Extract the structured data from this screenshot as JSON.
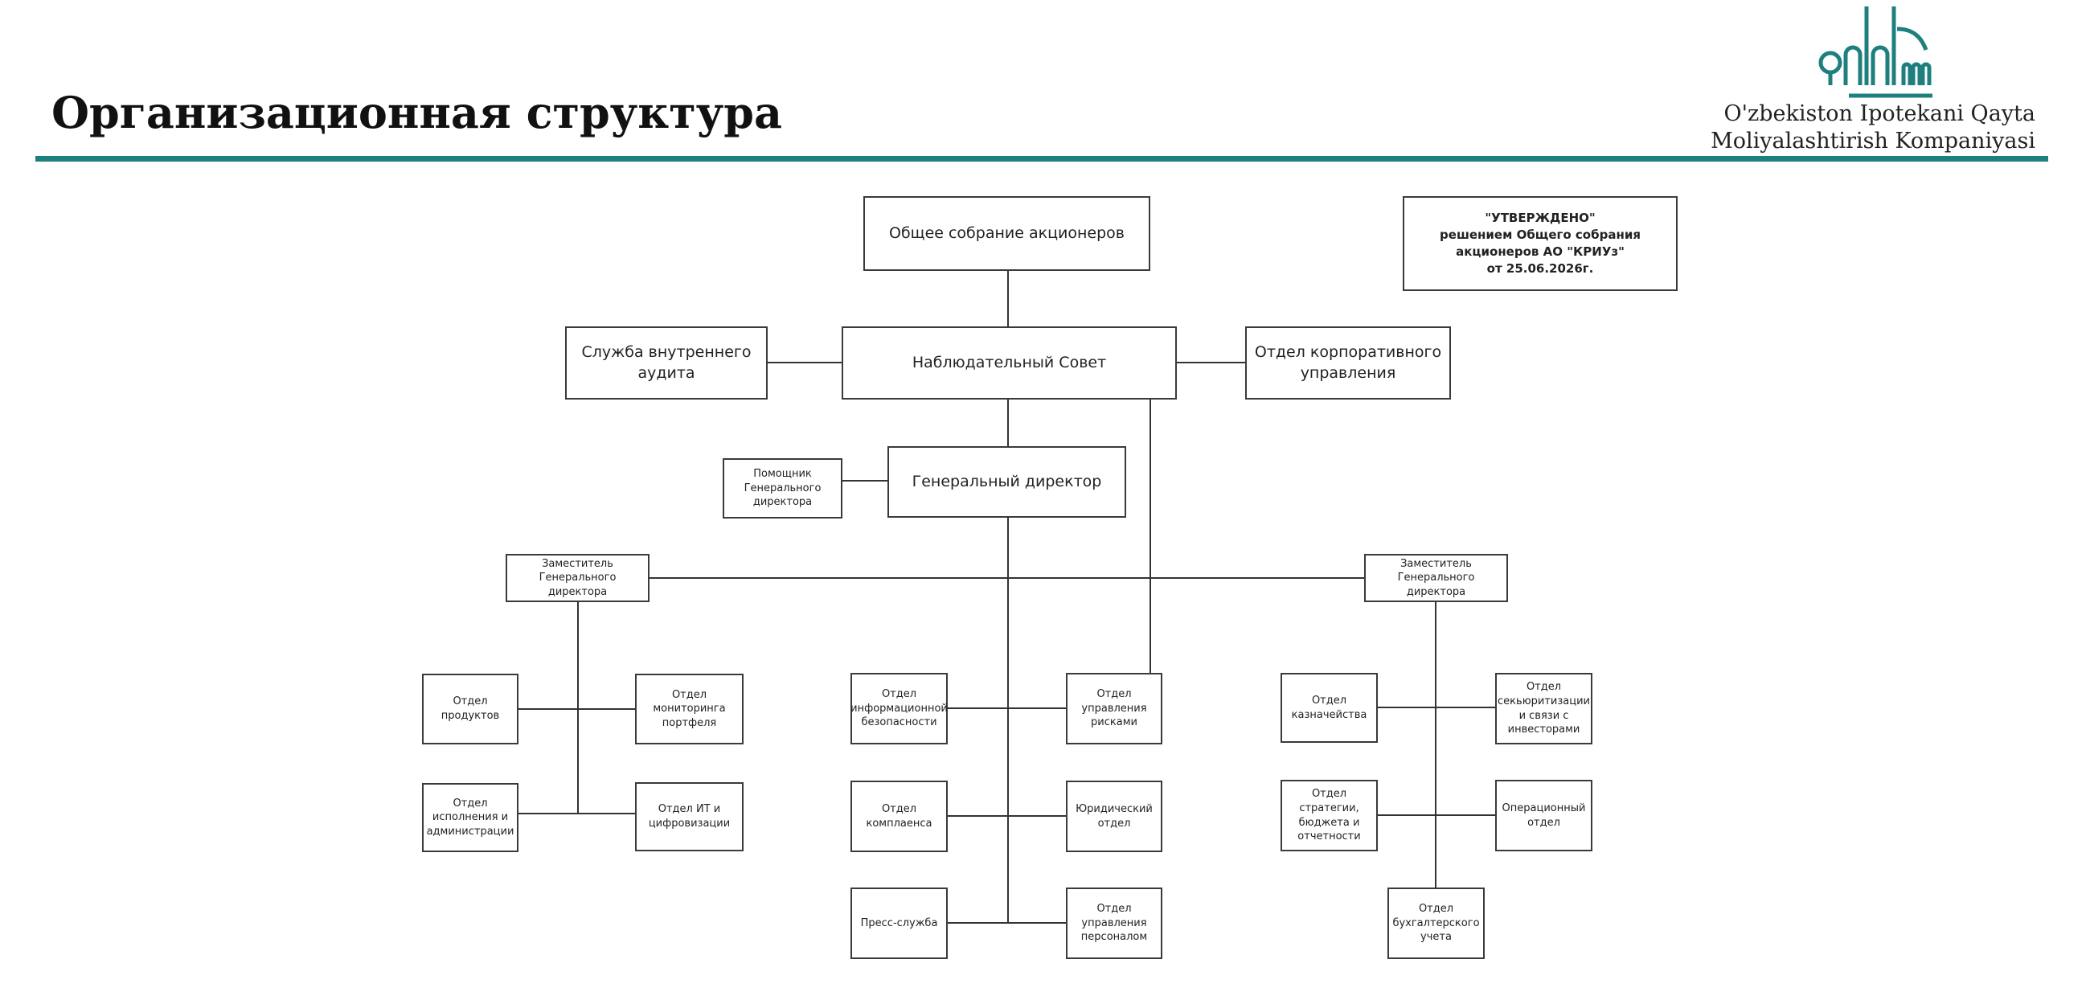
{
  "header": {
    "title": "Организационная структура",
    "company_line1": "O'zbekiston Ipotekani Qayta",
    "company_line2": "Moliyalashtirish Kompaniyasi",
    "accent_color": "#1d7f7e"
  },
  "approval": {
    "line1": "\"УТВЕРЖДЕНО\"",
    "line2": "решением Общего собрания",
    "line3": "акционеров АО \"КРИУз\"",
    "line4": "от 25.06.2026г."
  },
  "nodes": {
    "general_meeting": "Общее собрание акционеров",
    "supervisory_board": "Наблюдательный Совет",
    "internal_audit": "Служба внутреннего аудита",
    "corporate_governance": "Отдел корпоративного управления",
    "general_director": "Генеральный директор",
    "assistant_gd": "Помощник Генерального директора",
    "deputy_left": "Заместитель Генерального директора",
    "deputy_right": "Заместитель Генерального директора",
    "products": "Отдел продуктов",
    "portfolio_monitoring": "Отдел мониторинга портфеля",
    "execution_admin": "Отдел исполнения и администрации",
    "it_digital": "Отдел ИТ и цифровизации",
    "info_security": "Отдел информационной безопасности",
    "risk_management": "Отдел управления рисками",
    "compliance": "Отдел комплаенса",
    "legal": "Юридический отдел",
    "press": "Пресс-служба",
    "hr": "Отдел управления персоналом",
    "treasury": "Отдел казначейства",
    "securitization": "Отдел секьюритизации и связи с инвесторами",
    "strategy_budget": "Отдел стратегии, бюджета и отчетности",
    "operations": "Операционный отдел",
    "accounting": "Отдел бухгалтерского учета"
  }
}
